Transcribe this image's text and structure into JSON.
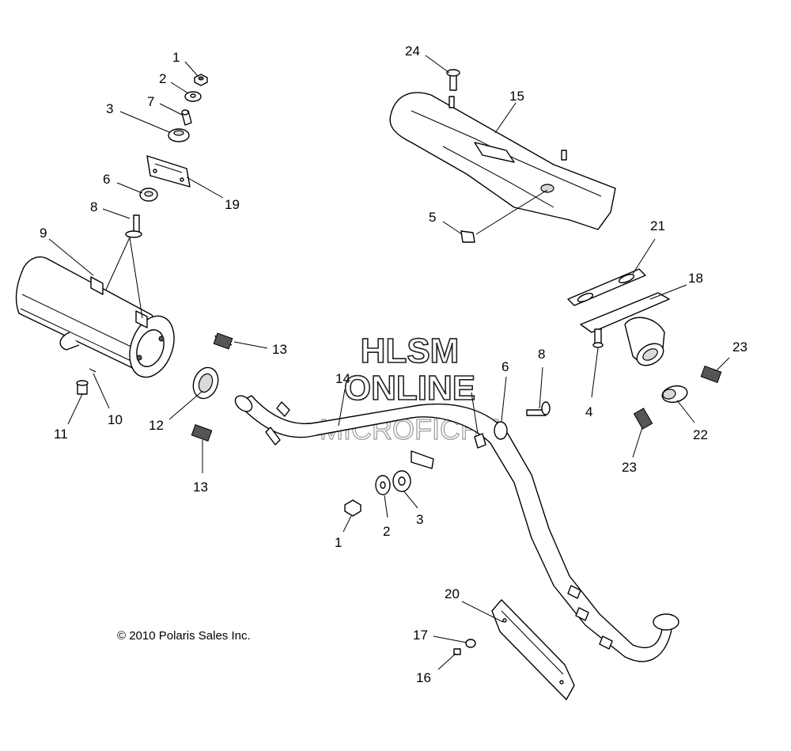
{
  "watermark": {
    "line1": "HLSM",
    "line2": "ONLINE",
    "line3": "MICROFICHE"
  },
  "copyright": "© 2010 Polaris Sales Inc.",
  "callouts": [
    "1",
    "2",
    "7",
    "3",
    "19",
    "6",
    "8",
    "9",
    "13",
    "10",
    "11",
    "12",
    "13",
    "24",
    "15",
    "5",
    "21",
    "18",
    "14",
    "8",
    "6",
    "4",
    "23",
    "22",
    "23",
    "2",
    "3",
    "1",
    "20",
    "17",
    "16"
  ],
  "colors": {
    "line": "#000000",
    "background": "#ffffff",
    "shade": "#d9d9d9"
  }
}
